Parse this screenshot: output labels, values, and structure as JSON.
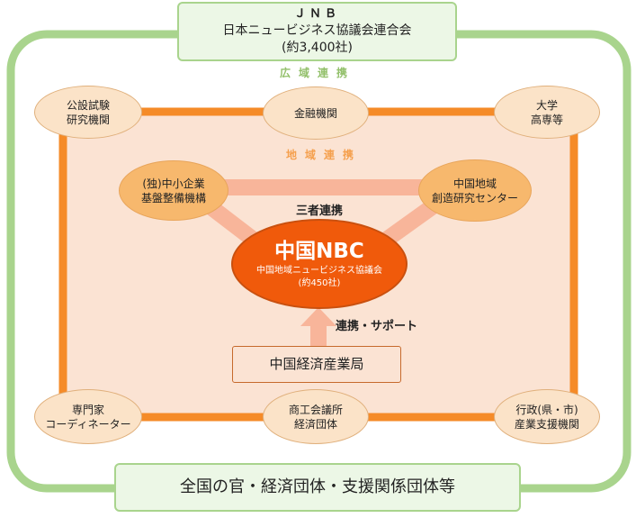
{
  "jnb": {
    "abbr": "ＪＮＢ",
    "name": "日本ニュービジネス協議会連合会",
    "members": "(約3,400社)"
  },
  "labels": {
    "wide_area": "広域連携",
    "regional": "地域連携",
    "tripartite": "三者連携",
    "support": "連携・サポート"
  },
  "outer_nodes": {
    "top_left": [
      "公設試験",
      "研究機関"
    ],
    "top_center": [
      "金融機関"
    ],
    "top_right": [
      "大学",
      "高専等"
    ],
    "bottom_left": [
      "専門家",
      "コーディネーター"
    ],
    "bottom_center": [
      "商工会議所",
      "経済団体"
    ],
    "bottom_right": [
      "行政(県・市)",
      "産業支援機関"
    ]
  },
  "inner_nodes": {
    "left": [
      "(独)中小企業",
      "基盤整備機構"
    ],
    "right": [
      "中国地域",
      "創造研究センター"
    ]
  },
  "center": {
    "title": "中国NBC",
    "subtitle": "中国地域ニュービジネス協議会",
    "members": "(約450社)"
  },
  "bureau": "中国経済産業局",
  "bottom_banner": "全国の官・経済団体・支援関係団体等",
  "colors": {
    "green_frame": "#a9d48d",
    "green_fill": "#ecf7e6",
    "orange_frame": "#f58b28",
    "inner_fill": "#fbe3d3",
    "center_fill": "#f05a0b",
    "connector": "#f8b59a"
  }
}
